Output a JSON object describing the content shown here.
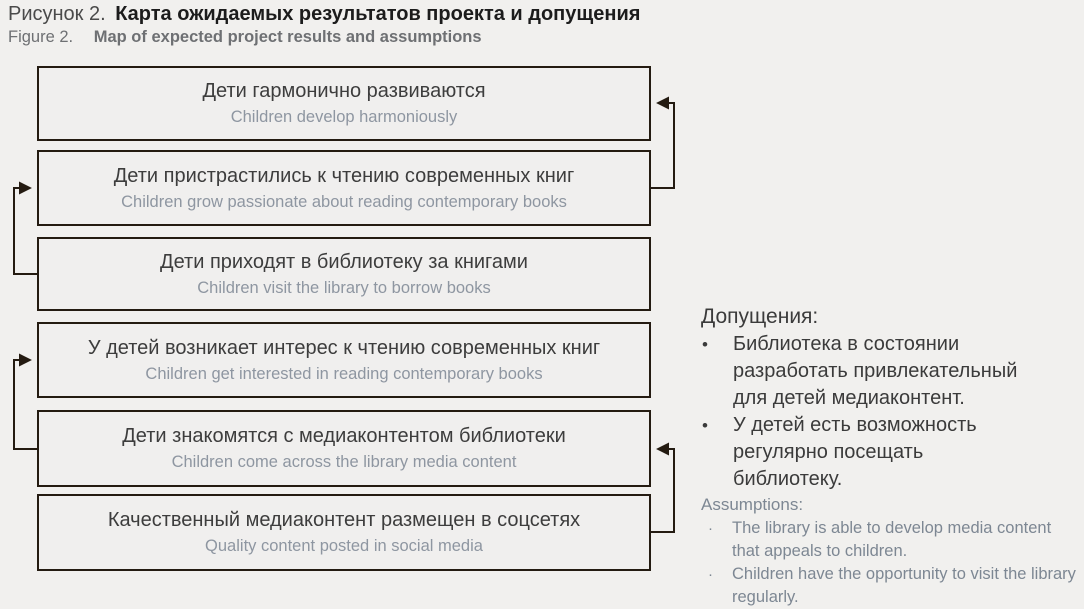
{
  "figure": {
    "ru_label": "Рисунок 2.",
    "ru_title": "Карта ожидаемых результатов проекта и допущения",
    "en_label": "Figure 2.",
    "en_title": "Map of expected project results and assumptions"
  },
  "boxes": [
    {
      "ru": "Дети гармонично развиваются",
      "en": "Children develop harmoniously"
    },
    {
      "ru": "Дети пристрастились к чтению современных книг",
      "en": "Children grow passionate about reading contemporary books"
    },
    {
      "ru": "Дети приходят в библиотеку за книгами",
      "en": "Children visit the library to borrow books"
    },
    {
      "ru": "У детей возникает интерес к чтению современных книг",
      "en": "Children get interested in reading contemporary books"
    },
    {
      "ru": "Дети знакомятся с медиаконтентом библиотеки",
      "en": "Children come across the library media content"
    },
    {
      "ru": "Качественный медиаконтент размещен в соцсетях",
      "en": "Quality content posted in social media"
    }
  ],
  "assumptions": {
    "ru_heading": "Допущения:",
    "ru_items": [
      "Библиотека в состоянии разработать привлекательный для детей медиаконтент.",
      "У детей есть возможность регулярно посещать библиотеку."
    ],
    "en_heading": "Assumptions:",
    "en_items": [
      "The library is able to develop media content that appeals to children.",
      "Children have the opportunity to visit the library regularly."
    ],
    "bullet_ru": "•",
    "bullet_en": "·"
  },
  "colors": {
    "background": "#f1f0ee",
    "box_fill": "#f0efee",
    "line": "#241b11",
    "text_dark": "#3d3d3d",
    "text_gray": "#8e96a1"
  }
}
